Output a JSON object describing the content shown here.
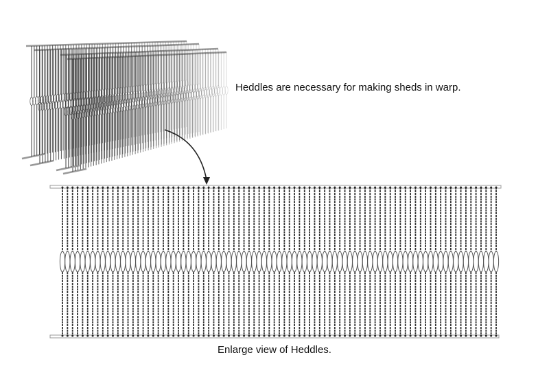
{
  "captions": {
    "description": "Heddles are necessary for making sheds in warp.",
    "enlarge_label": "Enlarge view of Heddles."
  },
  "illustration": {
    "perspective_frames": 4,
    "enlarged_heddle_count": 87,
    "line_color": "#333333",
    "bar_color": "#999999"
  }
}
